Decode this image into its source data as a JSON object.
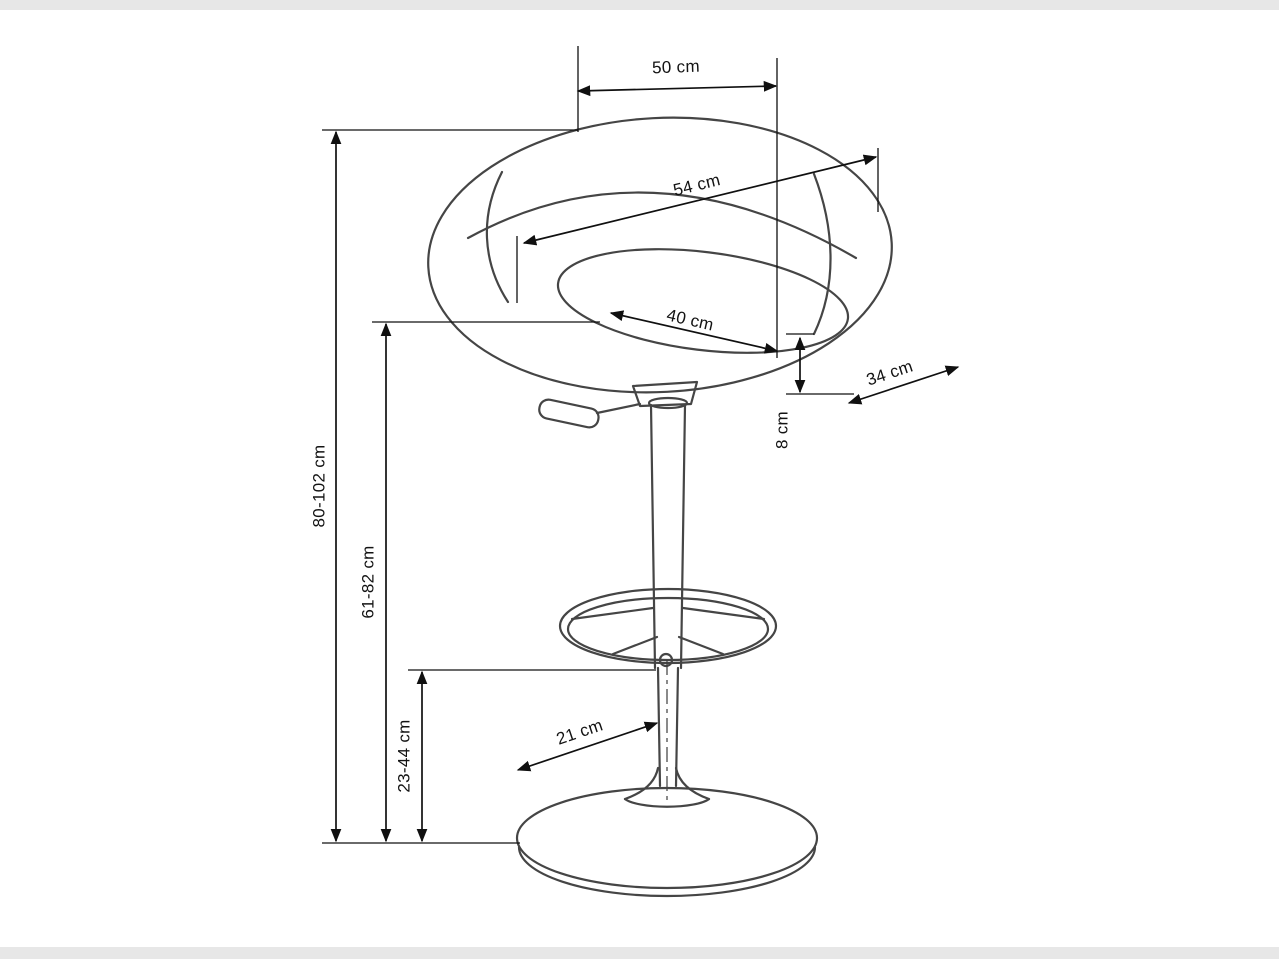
{
  "page": {
    "background": "#ffffff",
    "frame_strip_color": "#e7e7e7",
    "line_color": "#454545",
    "dimension_color": "#101010"
  },
  "diagram": {
    "labels": {
      "seat_width_top": "50 cm",
      "seat_diagonal": "54 cm",
      "seat_inner_width": "40 cm",
      "backrest_diagonal": "34 cm",
      "seat_rim_height": "8 cm",
      "overall_height_range": "80-102 cm",
      "seat_height_range": "61-82 cm",
      "footrest_height_range": "23-44 cm",
      "base_radius": "21 cm"
    }
  }
}
